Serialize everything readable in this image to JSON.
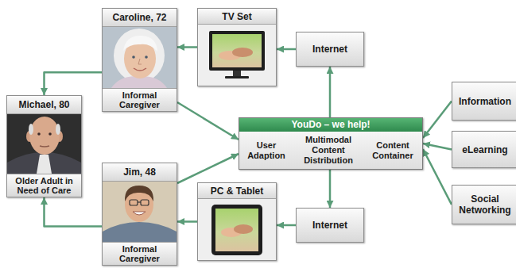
{
  "diagram": {
    "nodes": [
      {
        "text": [
          "Caroline, 72",
          "Informal Caregiver"
        ]
      },
      {
        "text": [
          "TV Set"
        ]
      },
      {
        "text": [
          "Internet"
        ]
      },
      {
        "text": [
          "Information"
        ]
      },
      {
        "text": [
          "Michael, 80",
          "Older Adult in Need of Care"
        ]
      },
      {
        "text": [
          "YouDo – we help!",
          "User Adaption",
          "Multimodal Content Distribution",
          "Content Container"
        ]
      },
      {
        "text": [
          "eLearning"
        ]
      },
      {
        "text": [
          "Social Networking"
        ]
      },
      {
        "text": [
          "Jim, 48",
          "Informal Caregiver"
        ]
      },
      {
        "text": [
          "PC & Tablet"
        ]
      },
      {
        "text": [
          "Internet"
        ]
      }
    ],
    "edges": [
      {
        "from": 2,
        "to": 1,
        "arrow": "to"
      },
      {
        "from": 1,
        "to": 0,
        "arrow": "to"
      },
      {
        "from": 0,
        "to": 4,
        "arrow": "to"
      },
      {
        "from": 0,
        "to": 5,
        "arrow": "to"
      },
      {
        "from": 5,
        "to": 2,
        "arrow": "to"
      },
      {
        "from": 3,
        "to": 5,
        "arrow": "to"
      },
      {
        "from": 6,
        "to": 5,
        "arrow": "to"
      },
      {
        "from": 7,
        "to": 5,
        "arrow": "to"
      },
      {
        "from": 8,
        "to": 5,
        "arrow": "to"
      },
      {
        "from": 5,
        "to": 10,
        "arrow": "to"
      },
      {
        "from": 10,
        "to": 9,
        "arrow": "to"
      },
      {
        "from": 9,
        "to": 8,
        "arrow": "to"
      },
      {
        "from": 8,
        "to": 4,
        "arrow": "to"
      }
    ]
  }
}
